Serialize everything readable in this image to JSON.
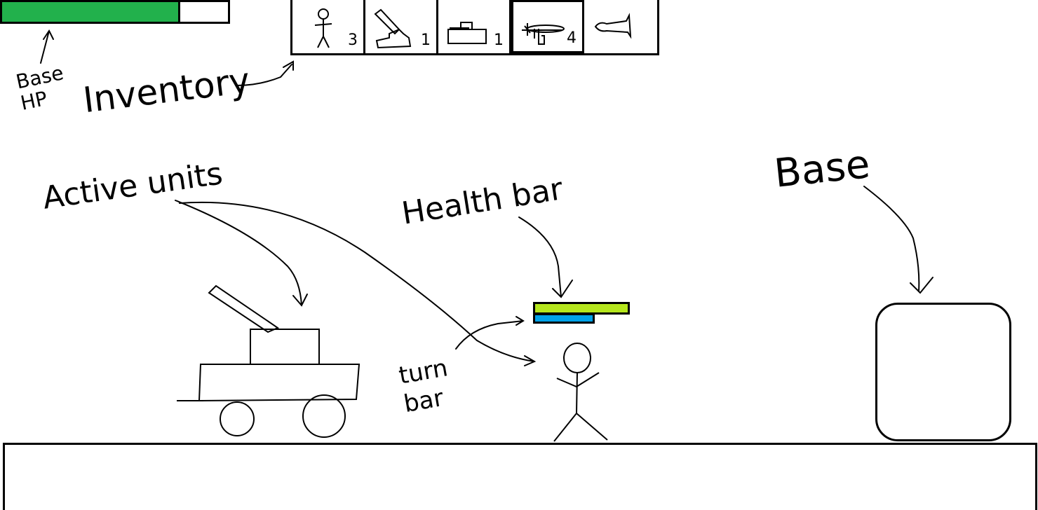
{
  "hud": {
    "base_hp": {
      "fraction": 0.78,
      "fill_color": "#22b14c"
    }
  },
  "inventory": {
    "slots": [
      {
        "icon": "soldier-icon",
        "count": "3",
        "selected": false
      },
      {
        "icon": "catapult-icon",
        "count": "1",
        "selected": false
      },
      {
        "icon": "tank-icon",
        "count": "1",
        "selected": false
      },
      {
        "icon": "plane-icon",
        "count": "4",
        "selected": true
      },
      {
        "icon": "rocket-icon",
        "count": "",
        "selected": false
      }
    ]
  },
  "active_unit": {
    "health_fraction": 1.0,
    "turn_fraction": 0.64,
    "health_color": "#b5e61d",
    "turn_color": "#00a2e8"
  },
  "annotations": {
    "base_hp": "Base HP",
    "inventory": "Inventory",
    "active_units": "Active units",
    "health_bar": "Health bar",
    "base": "Base",
    "turn_bar": "turn bar"
  }
}
